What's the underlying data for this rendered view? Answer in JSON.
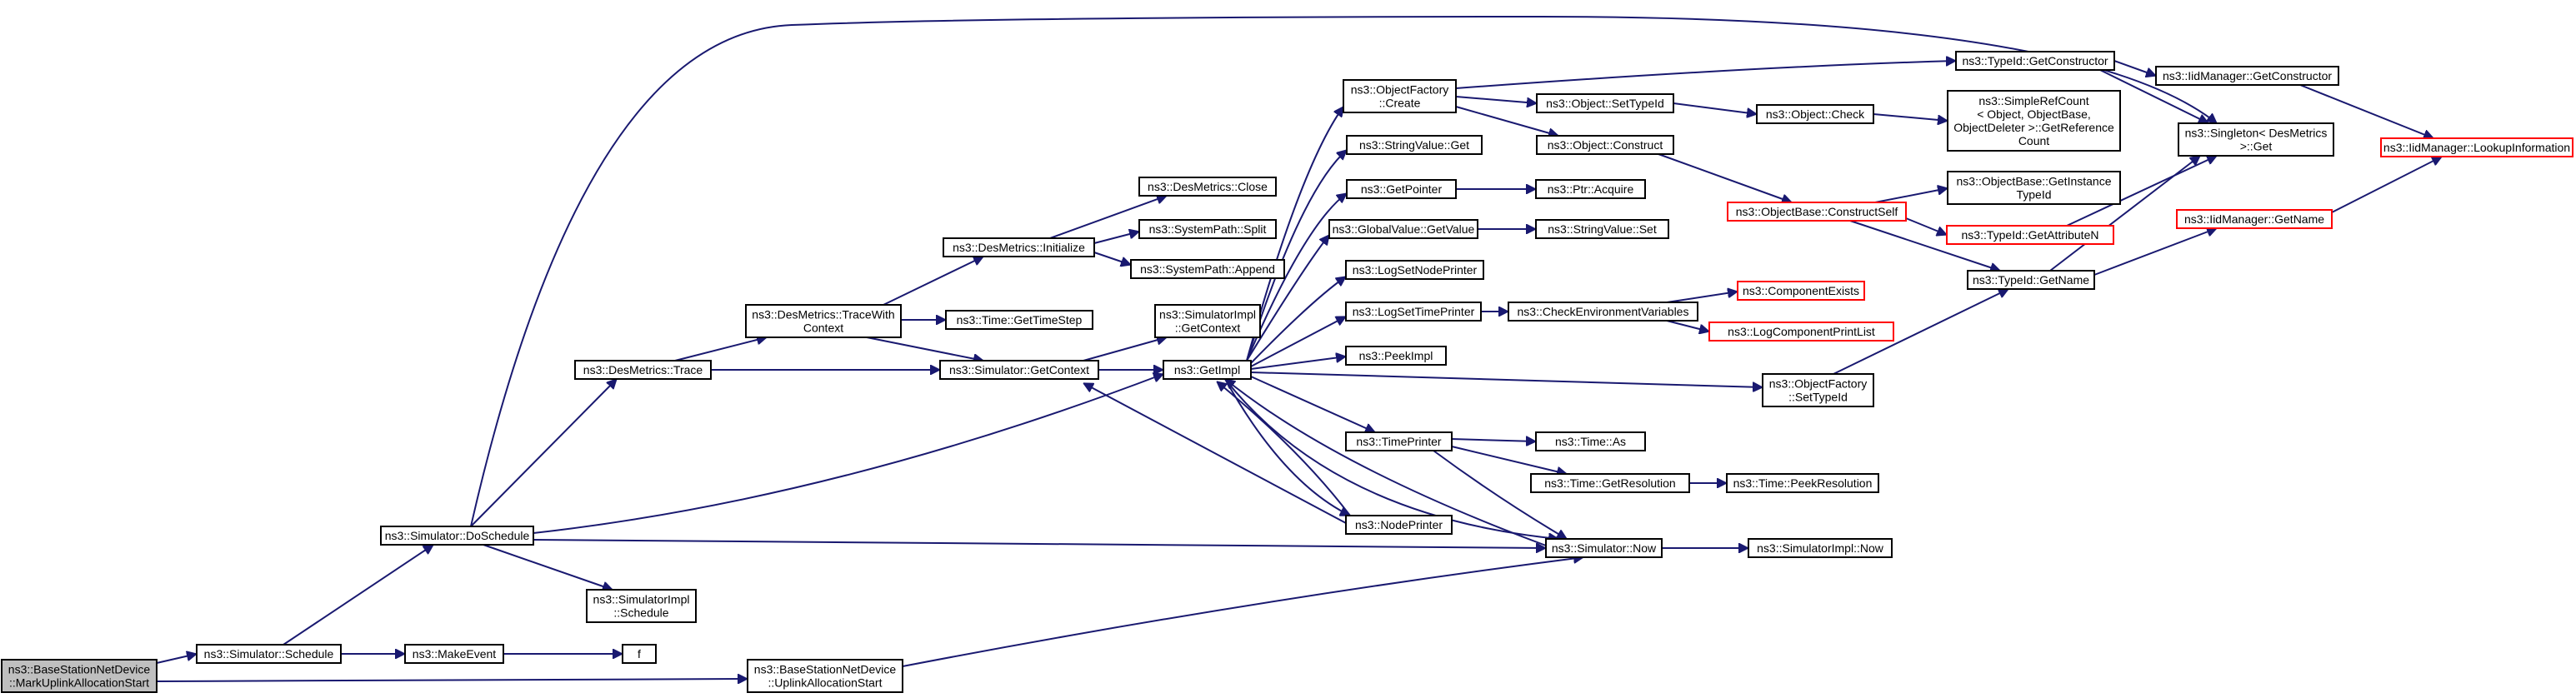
{
  "nodes": [
    {
      "id": "root",
      "lines": [
        "ns3::BaseStationNetDevice",
        "::MarkUplinkAllocationStart"
      ]
    },
    {
      "id": "schedule",
      "lines": [
        "ns3::Simulator::Schedule"
      ]
    },
    {
      "id": "uplinkStart",
      "lines": [
        "ns3::BaseStationNetDevice",
        "::UplinkAllocationStart"
      ]
    },
    {
      "id": "doSchedule",
      "lines": [
        "ns3::Simulator::DoSchedule"
      ]
    },
    {
      "id": "makeEvent",
      "lines": [
        "ns3::MakeEvent"
      ]
    },
    {
      "id": "f",
      "lines": [
        "f"
      ]
    },
    {
      "id": "desTrace",
      "lines": [
        "ns3::DesMetrics::Trace"
      ]
    },
    {
      "id": "simImplSchedule",
      "lines": [
        "ns3::SimulatorImpl",
        "::Schedule"
      ]
    },
    {
      "id": "traceWithContext",
      "lines": [
        "ns3::DesMetrics::TraceWith",
        "Context"
      ]
    },
    {
      "id": "initialize",
      "lines": [
        "ns3::DesMetrics::Initialize"
      ]
    },
    {
      "id": "getTimeStep",
      "lines": [
        "ns3::Time::GetTimeStep"
      ]
    },
    {
      "id": "getContext",
      "lines": [
        "ns3::Simulator::GetContext"
      ]
    },
    {
      "id": "close",
      "lines": [
        "ns3::DesMetrics::Close"
      ]
    },
    {
      "id": "split",
      "lines": [
        "ns3::SystemPath::Split"
      ]
    },
    {
      "id": "append",
      "lines": [
        "ns3::SystemPath::Append"
      ]
    },
    {
      "id": "simImplGetContext",
      "lines": [
        "ns3::SimulatorImpl",
        "::GetContext"
      ]
    },
    {
      "id": "getImpl",
      "lines": [
        "ns3::GetImpl"
      ]
    },
    {
      "id": "objectFactoryCreate",
      "lines": [
        "ns3::ObjectFactory",
        "::Create"
      ]
    },
    {
      "id": "stringValueGet",
      "lines": [
        "ns3::StringValue::Get"
      ]
    },
    {
      "id": "getPointer",
      "lines": [
        "ns3::GetPointer"
      ]
    },
    {
      "id": "globalValueGetValue",
      "lines": [
        "ns3::GlobalValue::GetValue"
      ]
    },
    {
      "id": "logSetNodePrinter",
      "lines": [
        "ns3::LogSetNodePrinter"
      ]
    },
    {
      "id": "logSetTimePrinter",
      "lines": [
        "ns3::LogSetTimePrinter"
      ]
    },
    {
      "id": "peekImpl",
      "lines": [
        "ns3::PeekImpl"
      ]
    },
    {
      "id": "timePrinter",
      "lines": [
        "ns3::TimePrinter"
      ]
    },
    {
      "id": "nodePrinter",
      "lines": [
        "ns3::NodePrinter"
      ]
    },
    {
      "id": "simulatorNow",
      "lines": [
        "ns3::Simulator::Now"
      ]
    },
    {
      "id": "simImplNow",
      "lines": [
        "ns3::SimulatorImpl::Now"
      ]
    },
    {
      "id": "objectSetTypeId",
      "lines": [
        "ns3::Object::SetTypeId"
      ]
    },
    {
      "id": "objectConstruct",
      "lines": [
        "ns3::Object::Construct"
      ]
    },
    {
      "id": "ptrAcquire",
      "lines": [
        "ns3::Ptr::Acquire"
      ]
    },
    {
      "id": "stringValueSet",
      "lines": [
        "ns3::StringValue::Set"
      ]
    },
    {
      "id": "checkEnv",
      "lines": [
        "ns3::CheckEnvironmentVariables"
      ]
    },
    {
      "id": "timeAs",
      "lines": [
        "ns3::Time::As"
      ]
    },
    {
      "id": "timeGetResolution",
      "lines": [
        "ns3::Time::GetResolution"
      ]
    },
    {
      "id": "timePeekResolution",
      "lines": [
        "ns3::Time::PeekResolution"
      ]
    },
    {
      "id": "objectCheck",
      "lines": [
        "ns3::Object::Check"
      ]
    },
    {
      "id": "objectBaseConstructSelf",
      "lines": [
        "ns3::ObjectBase::ConstructSelf"
      ]
    },
    {
      "id": "componentExists",
      "lines": [
        "ns3::ComponentExists"
      ]
    },
    {
      "id": "logComponentPrintList",
      "lines": [
        "ns3::LogComponentPrintList"
      ]
    },
    {
      "id": "objectFactorySetTypeId",
      "lines": [
        "ns3::ObjectFactory",
        "::SetTypeId"
      ]
    },
    {
      "id": "typeIdGetConstructor",
      "lines": [
        "ns3::TypeId::GetConstructor"
      ]
    },
    {
      "id": "simpleRefCount",
      "lines": [
        "ns3::SimpleRefCount",
        "< Object, ObjectBase,",
        "ObjectDeleter >::GetReference",
        "Count"
      ]
    },
    {
      "id": "getInstanceTypeId",
      "lines": [
        "ns3::ObjectBase::GetInstance",
        "TypeId"
      ]
    },
    {
      "id": "getAttributeN",
      "lines": [
        "ns3::TypeId::GetAttributeN"
      ]
    },
    {
      "id": "typeIdGetName",
      "lines": [
        "ns3::TypeId::GetName"
      ]
    },
    {
      "id": "iidGetConstructor",
      "lines": [
        "ns3::IidManager::GetConstructor"
      ]
    },
    {
      "id": "singletonGet",
      "lines": [
        "ns3::Singleton< DesMetrics",
        " >::Get"
      ]
    },
    {
      "id": "iidGetName",
      "lines": [
        "ns3::IidManager::GetName"
      ]
    },
    {
      "id": "lookupInformation",
      "lines": [
        "ns3::IidManager::LookupInformation"
      ]
    }
  ]
}
